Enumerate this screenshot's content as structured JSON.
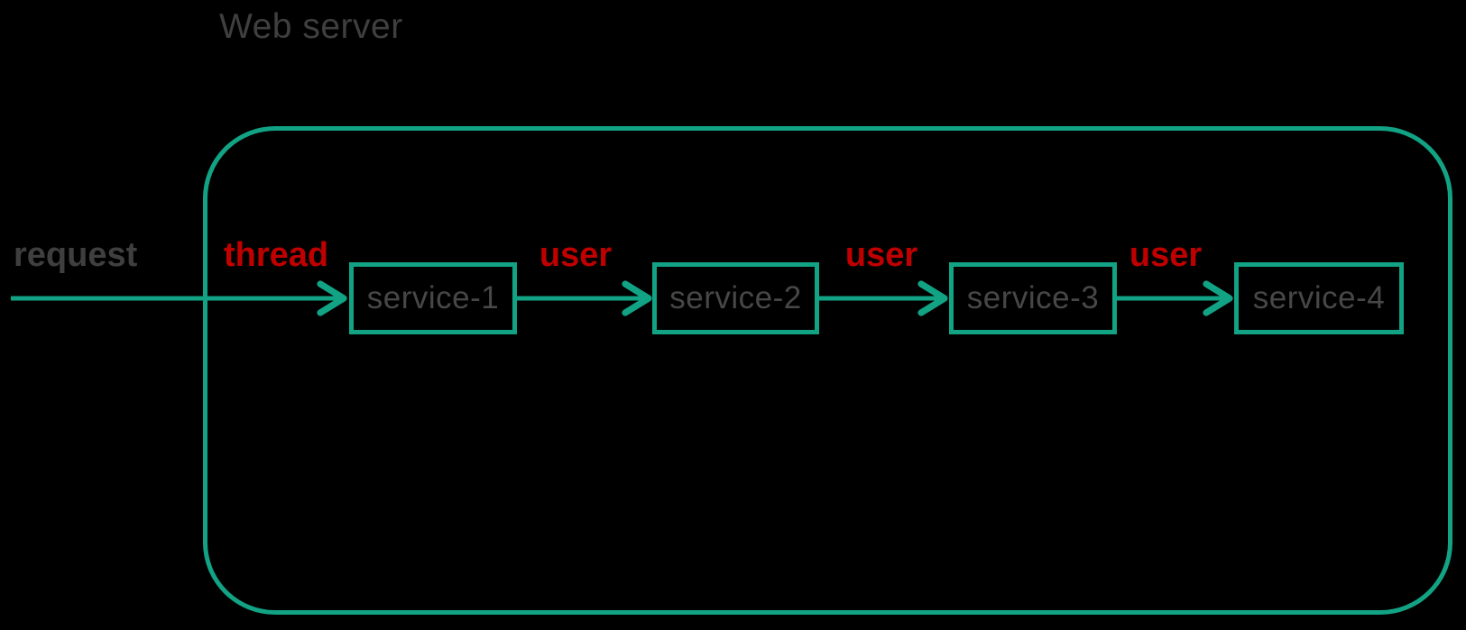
{
  "title": "Web server",
  "colors": {
    "teal": "#12a384",
    "red": "#c00000",
    "label_gray": "#3f3f3f",
    "service_gray": "#474747",
    "background": "#000000"
  },
  "request_label": "request",
  "thread_label": "thread",
  "user_labels": [
    "user",
    "user",
    "user"
  ],
  "services": [
    {
      "label": "service-1"
    },
    {
      "label": "service-2"
    },
    {
      "label": "service-3"
    },
    {
      "label": "service-4"
    }
  ]
}
